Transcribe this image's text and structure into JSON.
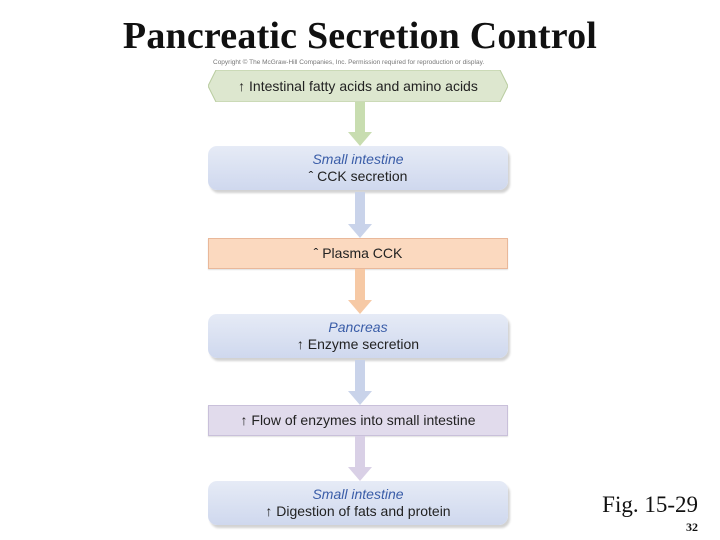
{
  "title": "Pancreatic Secretion Control",
  "copyright": "Copyright © The McGraw-Hill Companies, Inc. Permission required for reproduction or display.",
  "flow": {
    "step1": {
      "text": "↑ Intestinal fatty acids and amino acids"
    },
    "step2": {
      "location": "Small intestine",
      "text": "ˆ CCK secretion"
    },
    "step3": {
      "text": "ˆ Plasma CCK"
    },
    "step4": {
      "location": "Pancreas",
      "text": "↑ Enzyme secretion"
    },
    "step5": {
      "text": "↑ Flow of enzymes into small intestine"
    },
    "step6": {
      "location": "Small intestine",
      "text": "↑ Digestion of fats and protein"
    }
  },
  "colors": {
    "arrow_green": "#c8ddb0",
    "arrow_blue": "#c9d3ea",
    "arrow_orange": "#f6c9a5",
    "arrow_lavender": "#d9d0e6",
    "location_text": "#3a5da8"
  },
  "figure_label": "Fig. 15-29",
  "page_number": "32"
}
